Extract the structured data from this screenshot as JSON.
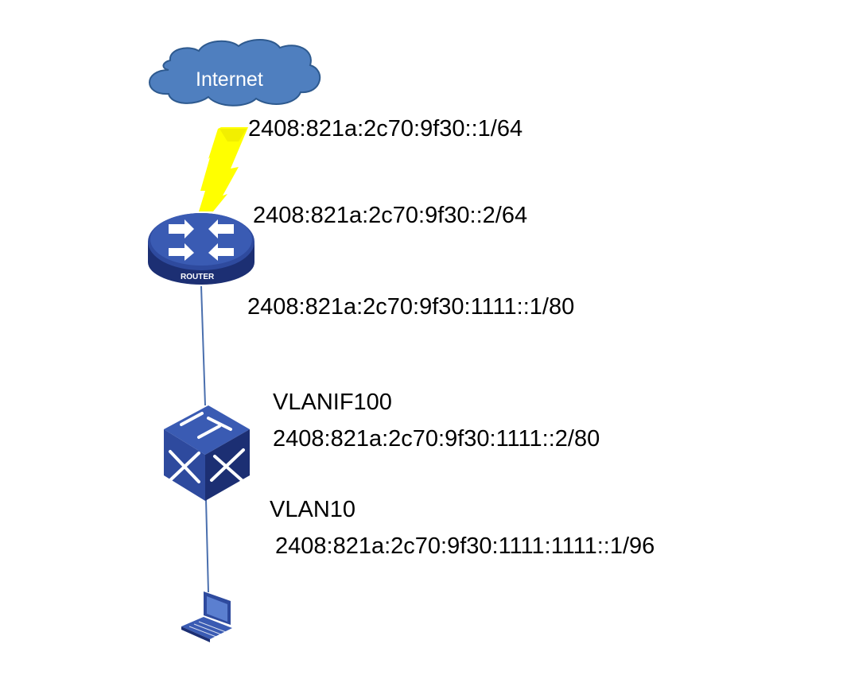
{
  "nodes": {
    "internet": {
      "label": "Internet",
      "icon": "cloud-icon"
    },
    "router": {
      "caption": "ROUTER",
      "icon": "router-icon"
    },
    "switch": {
      "icon": "layer3-switch-icon"
    },
    "host": {
      "icon": "laptop-icon"
    }
  },
  "labels": {
    "internet_side_ip": "2408:821a:2c70:9f30::1/64",
    "router_wan_ip": "2408:821a:2c70:9f30::2/64",
    "router_lan_ip": "2408:821a:2c70:9f30:1111::1/80",
    "vlanif_name": "VLANIF100",
    "vlanif_ip": "2408:821a:2c70:9f30:1111::2/80",
    "vlan_name": "VLAN10",
    "vlan_ip": "2408:821a:2c70:9f30:1111:1111::1/96"
  },
  "colors": {
    "cloud_fill": "#4f7fbf",
    "cloud_stroke": "#2e5a8f",
    "device_blue": "#2e4a9e",
    "device_dark": "#1c2f73",
    "link_line": "#4a6fae",
    "lightning": "#ffff00"
  }
}
